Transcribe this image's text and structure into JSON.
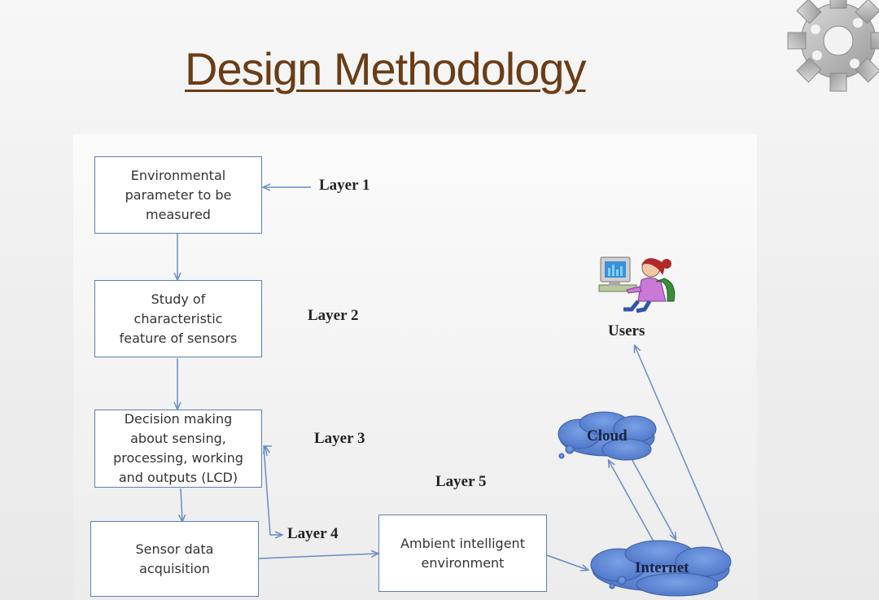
{
  "slide": {
    "title": "Design Methodology"
  },
  "boxes": {
    "environmental": "Environmental\nparameter to be\nmeasured",
    "study": "Study of\ncharacteristic\nfeature  of sensors",
    "decision": "Decision making\nabout sensing,\nprocessing, working\nand outputs (LCD)",
    "acquisition": "Sensor data\nacquisition",
    "ambient": "Ambient intelligent\nenvironment"
  },
  "layers": {
    "layer1": "Layer 1",
    "layer2": "Layer 2",
    "layer3": "Layer 3",
    "layer4": "Layer 4",
    "layer5": "Layer 5"
  },
  "network": {
    "cloud": "Cloud",
    "internet": "Internet",
    "users": "Users"
  },
  "colors": {
    "title": "#6b3d16",
    "box_border": "#5b7fb7",
    "arrow": "#6a8cc4",
    "cloud_fill": "#5e86d6"
  },
  "icons": [
    "gear-icon",
    "user-at-computer-icon"
  ]
}
